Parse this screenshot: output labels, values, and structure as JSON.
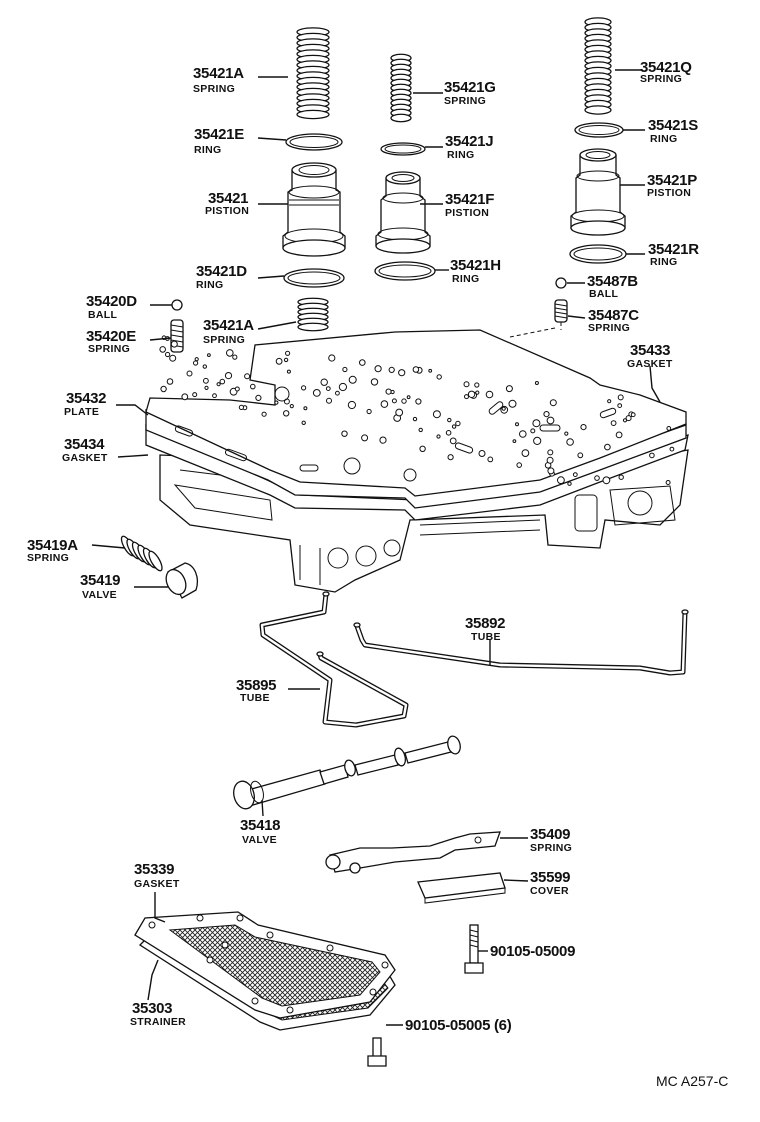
{
  "figure_code": "MC A257-C",
  "parts": [
    {
      "number": "35421A",
      "desc": "SPRING"
    },
    {
      "number": "35421E",
      "desc": "RING"
    },
    {
      "number": "35421",
      "desc": "PISTION"
    },
    {
      "number": "35421D",
      "desc": "RING"
    },
    {
      "number": "35421A",
      "desc": "SPRING"
    },
    {
      "number": "35421G",
      "desc": "SPRING"
    },
    {
      "number": "35421J",
      "desc": "RING"
    },
    {
      "number": "35421F",
      "desc": "PISTION"
    },
    {
      "number": "35421H",
      "desc": "RING"
    },
    {
      "number": "35421Q",
      "desc": "SPRING"
    },
    {
      "number": "35421S",
      "desc": "RING"
    },
    {
      "number": "35421P",
      "desc": "PISTION"
    },
    {
      "number": "35421R",
      "desc": "RING"
    },
    {
      "number": "35487B",
      "desc": "BALL"
    },
    {
      "number": "35487C",
      "desc": "SPRING"
    },
    {
      "number": "35420D",
      "desc": "BALL"
    },
    {
      "number": "35420E",
      "desc": "SPRING"
    },
    {
      "number": "35433",
      "desc": "GASKET"
    },
    {
      "number": "35432",
      "desc": "PLATE"
    },
    {
      "number": "35434",
      "desc": "GASKET"
    },
    {
      "number": "35419A",
      "desc": "SPRING"
    },
    {
      "number": "35419",
      "desc": "VALVE"
    },
    {
      "number": "35892",
      "desc": "TUBE"
    },
    {
      "number": "35895",
      "desc": "TUBE"
    },
    {
      "number": "35418",
      "desc": "VALVE"
    },
    {
      "number": "35409",
      "desc": "SPRING"
    },
    {
      "number": "35599",
      "desc": "COVER"
    },
    {
      "number": "35339",
      "desc": "GASKET"
    },
    {
      "number": "35303",
      "desc": "STRAINER"
    },
    {
      "number": "90105-05009",
      "desc": ""
    },
    {
      "number": "90105-05005 (6)",
      "desc": ""
    }
  ]
}
